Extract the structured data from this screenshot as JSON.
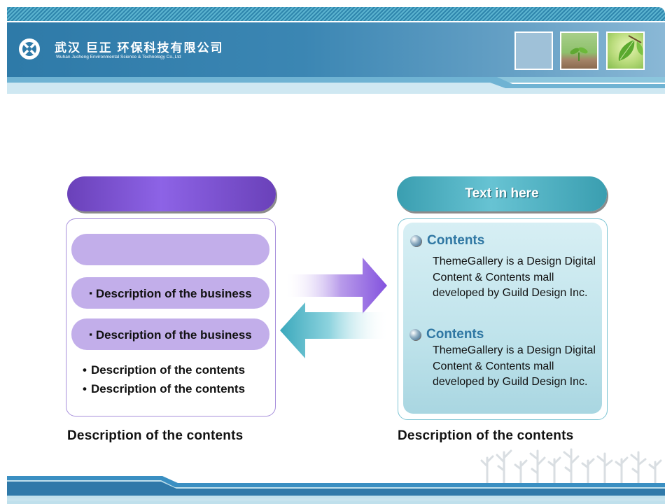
{
  "header": {
    "company_cn": "武汉 巨正 环保科技有限公司",
    "company_en": "Wuhan Jusheng Environmental Science & Technology Co.,Ltd",
    "logo_icon": "company-logo-icon",
    "thumbnails": [
      "blue-square",
      "seedling-photo",
      "leaf-photo"
    ]
  },
  "left_panel": {
    "title": "",
    "empty_bar": "",
    "items": [
      {
        "marker": "▪",
        "text": "Description of the business"
      },
      {
        "marker": "▪",
        "text": "Description of the business"
      }
    ],
    "bullets": [
      {
        "marker": "•",
        "text": "Description of the contents"
      },
      {
        "marker": "•",
        "text": "Description of the contents"
      }
    ],
    "caption": "Description of the contents"
  },
  "right_panel": {
    "title": "Text in here",
    "sections": [
      {
        "heading": "Contents",
        "body": "ThemeGallery is a Design Digital Content & Contents mall developed by Guild Design Inc."
      },
      {
        "heading": "Contents",
        "body": "ThemeGallery is a Design Digital Content & Contents mall developed by Guild Design Inc."
      }
    ],
    "caption": "Description of the contents"
  },
  "colors": {
    "header_blue": "#2e7aa8",
    "purple": "#7b52d3",
    "lavender": "#c2aeea",
    "teal": "#4fb2c4",
    "heading_blue": "#2f77a3"
  }
}
